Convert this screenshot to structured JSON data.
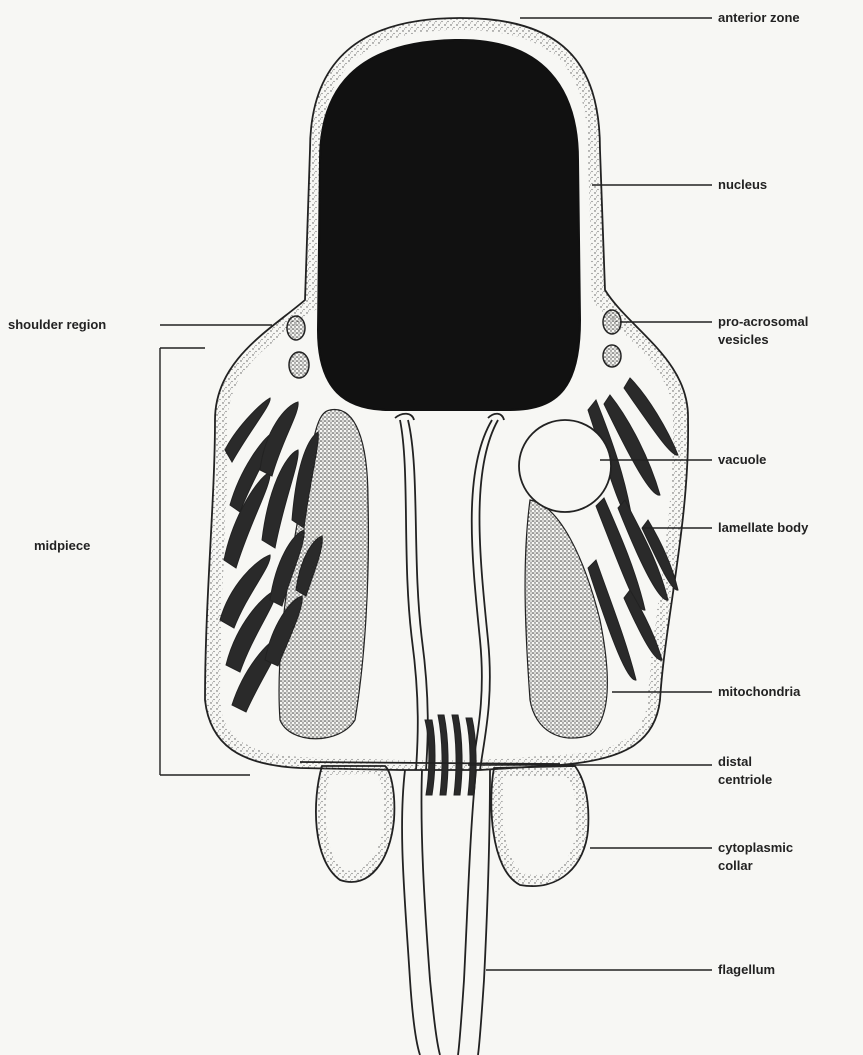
{
  "diagram": {
    "labels": {
      "anterior_zone": "anterior zone",
      "nucleus": "nucleus",
      "shoulder_region": "shoulder region",
      "pro_acrosomal_line1": "pro-acrosomal",
      "pro_acrosomal_line2": "vesicles",
      "vacuole": "vacuole",
      "midpiece": "midpiece",
      "lamellate_body": "lamellate body",
      "mitochondria": "mitochondria",
      "distal_centriole_line1": "distal",
      "distal_centriole_line2": "centriole",
      "cytoplasmic_collar_line1": "cytoplasmic",
      "cytoplasmic_collar_line2": "collar",
      "flagellum": "flagellum"
    },
    "colors": {
      "ink": "#222222",
      "nucleus": "#111111",
      "paper": "#f7f7f4",
      "stipple": "#555555"
    }
  }
}
